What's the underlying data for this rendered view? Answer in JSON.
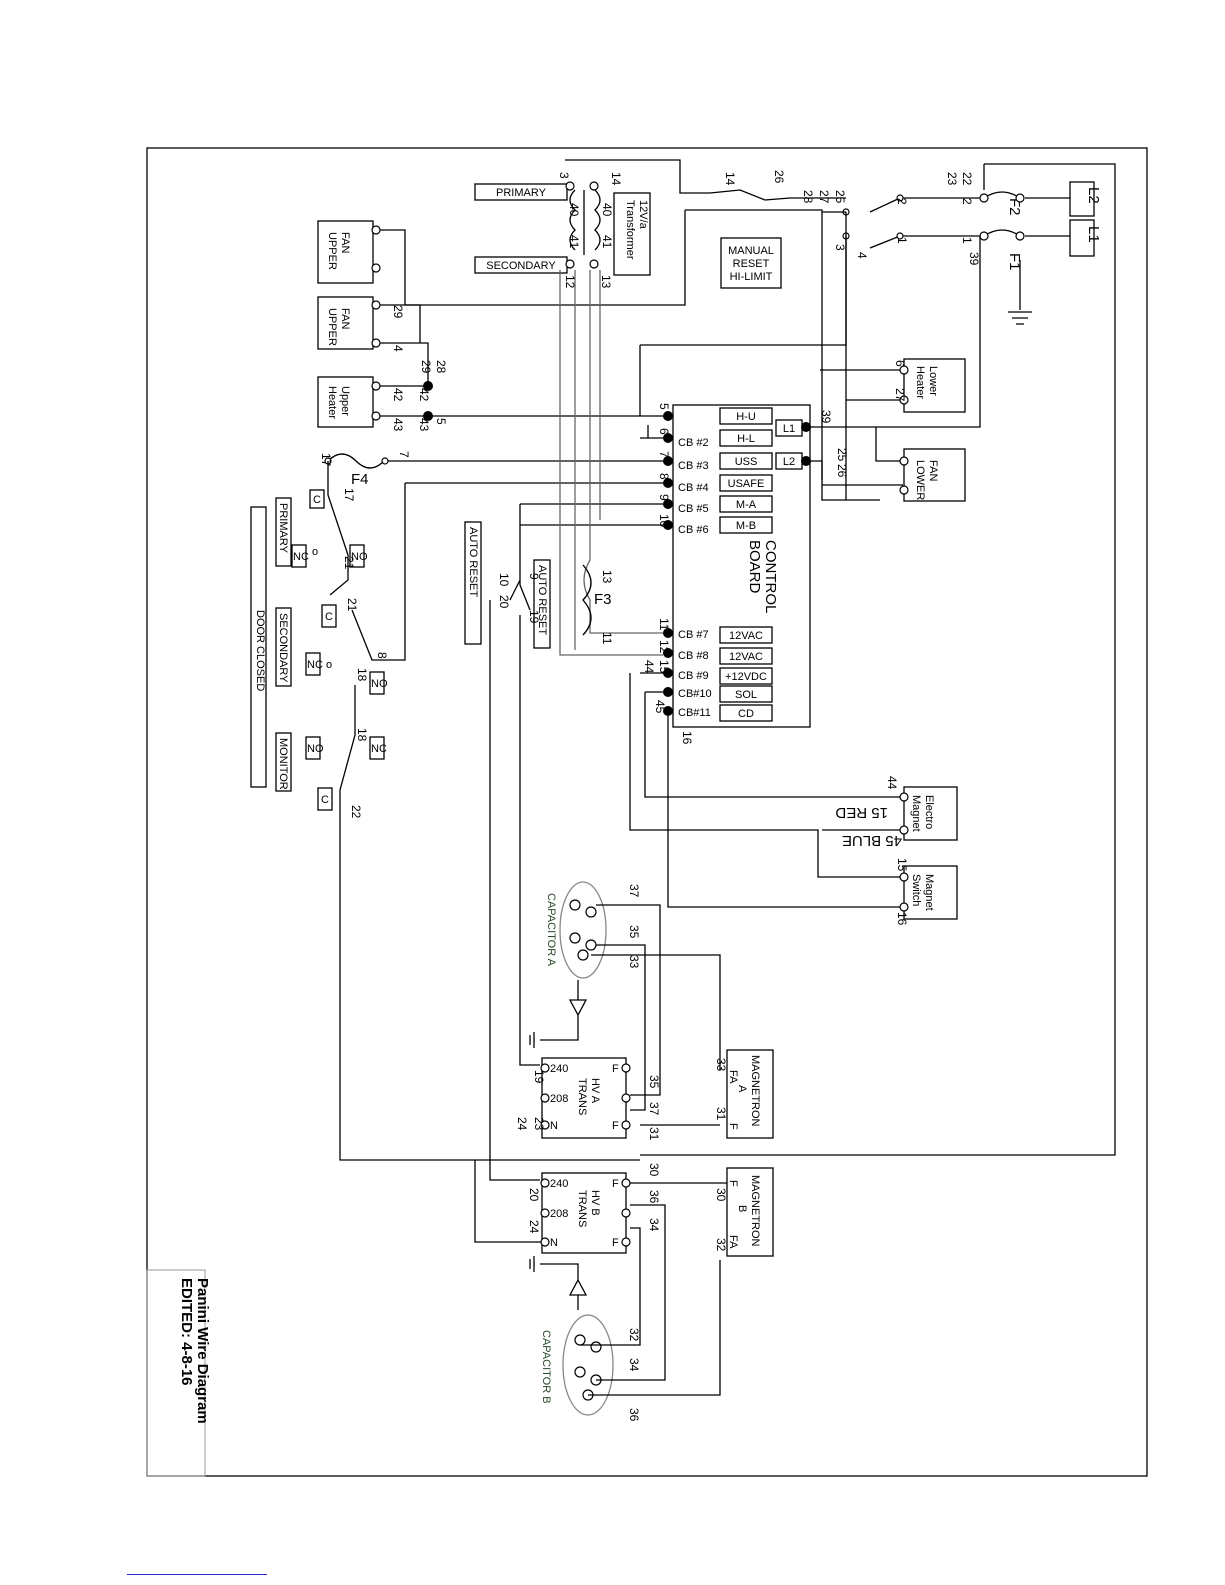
{
  "title": {
    "line1": "Panini Wire Diagram",
    "line2": "EDITED: 4-8-16"
  },
  "supply": {
    "l1": "L1",
    "l2": "L2",
    "f1": "F1",
    "f2": "F2"
  },
  "transformer": {
    "label_line1": "12V/a",
    "label_line2": "Transformer",
    "primary": "PRIMARY",
    "secondary": "SECONDARY"
  },
  "hilimit": {
    "line1": "MANUAL",
    "line2": "RESET",
    "line3": "HI-LIMIT"
  },
  "loads": {
    "fan_upper_1": {
      "line1": "FAN",
      "line2": "UPPER"
    },
    "fan_upper_2": {
      "line1": "FAN",
      "line2": "UPPER"
    },
    "upper_heater": {
      "line1": "Upper",
      "line2": "Heater"
    },
    "lower_heater": {
      "line1": "Lower",
      "line2": "Heater"
    },
    "fan_lower": {
      "line1": "FAN",
      "line2": "LOWER"
    },
    "electro_magnet": {
      "line1": "Electro",
      "line2": "Magnet"
    },
    "magnet_switch": {
      "line1": "Magnet",
      "line2": "Switch"
    }
  },
  "control_board": {
    "title_line1": "CONTROL",
    "title_line2": "BOARD",
    "cb_labels": [
      "CB #2",
      "CB #3",
      "CB #4",
      "CB #5",
      "CB #6",
      "CB #7",
      "CB #8",
      "CB #9",
      "CB#10",
      "CB#11"
    ],
    "outputs": [
      "H-U",
      "H-L",
      "USS",
      "USAFE",
      "M-A",
      "M-B",
      "12VAC",
      "12VAC",
      "+12VDC",
      "SOL",
      "CD"
    ],
    "l1": "L1",
    "l2": "L2"
  },
  "fuses": {
    "f3": "F3",
    "f4": "F4"
  },
  "auto_reset": {
    "a": "AUTO RESET",
    "b": "AUTO RESET"
  },
  "door": {
    "closed": "DOOR CLOSED",
    "primary": "PRIMARY",
    "secondary": "SECONDARY",
    "monitor": "MONITOR",
    "c": "C",
    "no": "NO",
    "nc": "NC",
    "o": "o"
  },
  "wire_colors": {
    "red": "15 RED",
    "blue": "45 BLUE"
  },
  "capacitors": {
    "a": "CAPACITOR A",
    "b": "CAPACITOR B"
  },
  "hv_trans": {
    "a": {
      "line1": "HV A",
      "line2": "TRANS"
    },
    "b": {
      "line1": "HV B",
      "line2": "TRANS"
    },
    "tap_240": "240",
    "tap_208": "208",
    "tap_n": "N",
    "tap_f": "F"
  },
  "magnetrons": {
    "a": {
      "line1": "MAGNETRON",
      "line2": "A",
      "fa": "FA",
      "f": "F"
    },
    "b": {
      "line1": "MAGNETRON",
      "line2": "B",
      "fa": "FA",
      "f": "F"
    }
  },
  "wire_numbers": {
    "n1": "1",
    "n2": "2",
    "n3": "3",
    "n4": "4",
    "n5": "5",
    "n6": "6",
    "n7": "7",
    "n8": "8",
    "n9": "9",
    "n10": "10",
    "n11": "11",
    "n12": "12",
    "n13": "13",
    "n14": "14",
    "n15": "15",
    "n16": "16",
    "n17": "17",
    "n18": "18",
    "n19": "19",
    "n20": "20",
    "n21": "21",
    "n22": "22",
    "n23": "23",
    "n24": "24",
    "n25": "25",
    "n26": "26",
    "n27": "27",
    "n28": "28",
    "n29": "29",
    "n30": "30",
    "n31": "31",
    "n32": "32",
    "n33": "33",
    "n34": "34",
    "n35": "35",
    "n36": "36",
    "n37": "37",
    "n39": "39",
    "n40": "40",
    "n41": "41",
    "n42": "42",
    "n43": "43",
    "n44": "44",
    "n45": "45"
  }
}
